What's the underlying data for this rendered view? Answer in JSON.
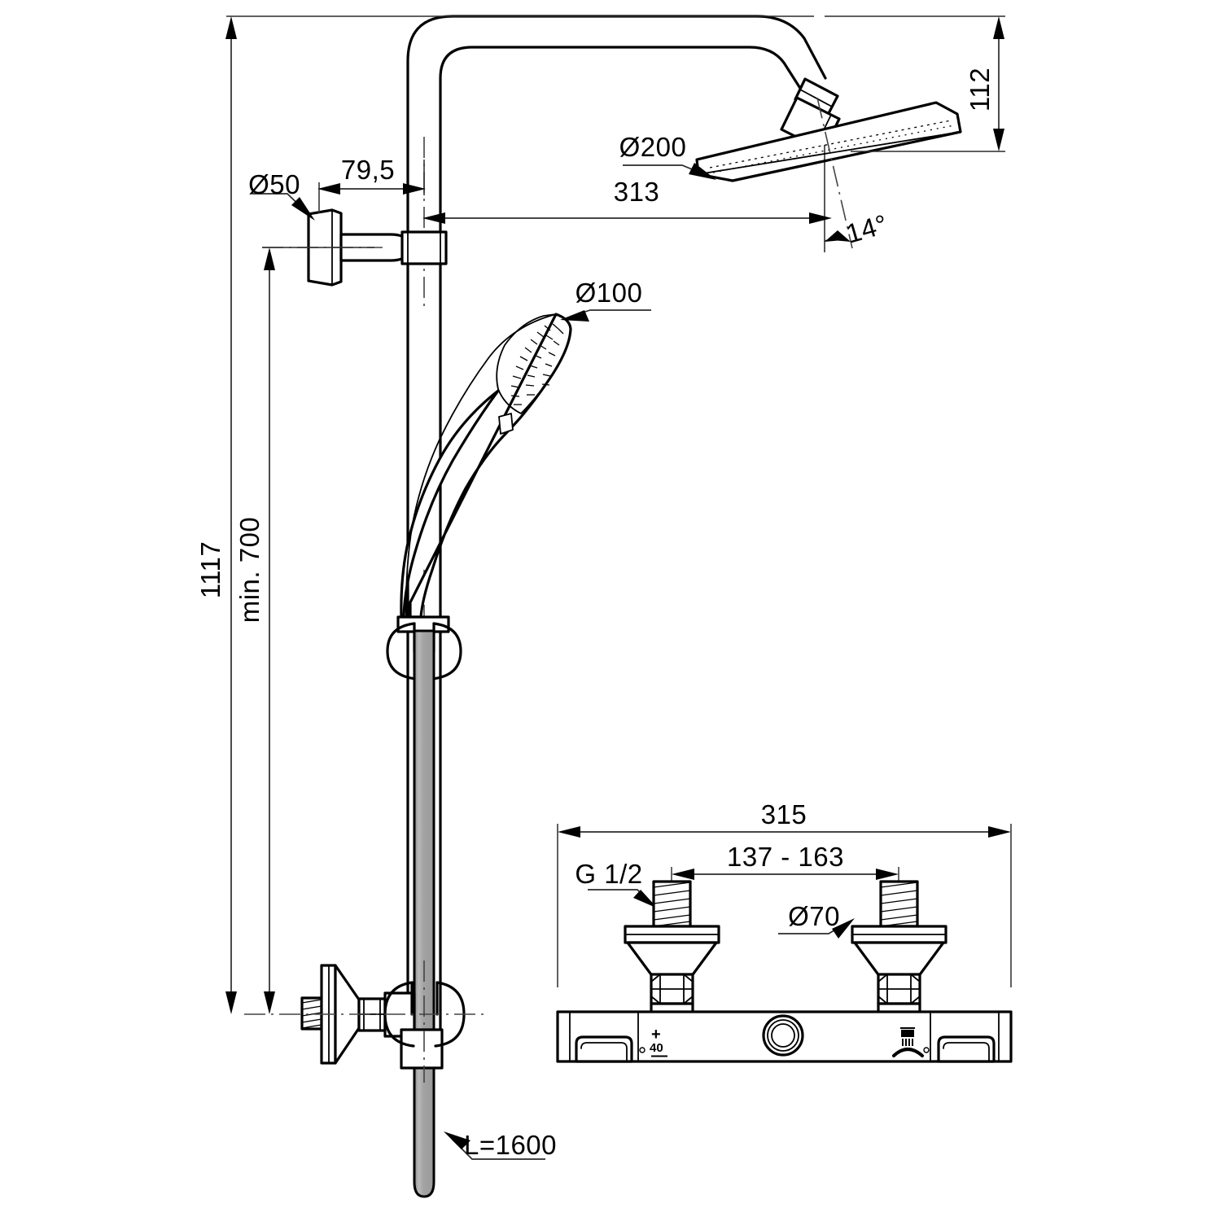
{
  "drawing": {
    "title": "Shower column technical dimension drawing",
    "units": "mm",
    "background_color": "#ffffff",
    "line_color": "#000000",
    "hose_color": "#a8a8a8"
  },
  "dimensions": {
    "riser_height": "1117",
    "rail_min_height": "min. 700",
    "wall_bracket_offset": "79,5",
    "head_reach": "313",
    "head_drop": "112",
    "head_angle": "14°",
    "wall_flange_dia": "Ø50",
    "overhead_shower_dia": "Ø200",
    "hand_shower_dia": "Ø100",
    "hose_length": "L=1600",
    "mixer_width": "315",
    "mixer_inlet_spacing": "137 - 163",
    "mixer_thread": "G 1/2",
    "mixer_rosette_dia": "Ø70"
  },
  "mixer_controls": {
    "temperature_plus": "+",
    "temperature_value": "40",
    "temperature_minus": "—",
    "overhead_icon_name": "rain-shower-icon",
    "hand_icon_name": "hand-shower-icon"
  },
  "icons": {
    "arrow": "dimension-arrow",
    "centerline": "center-line",
    "leader": "leader-line"
  }
}
